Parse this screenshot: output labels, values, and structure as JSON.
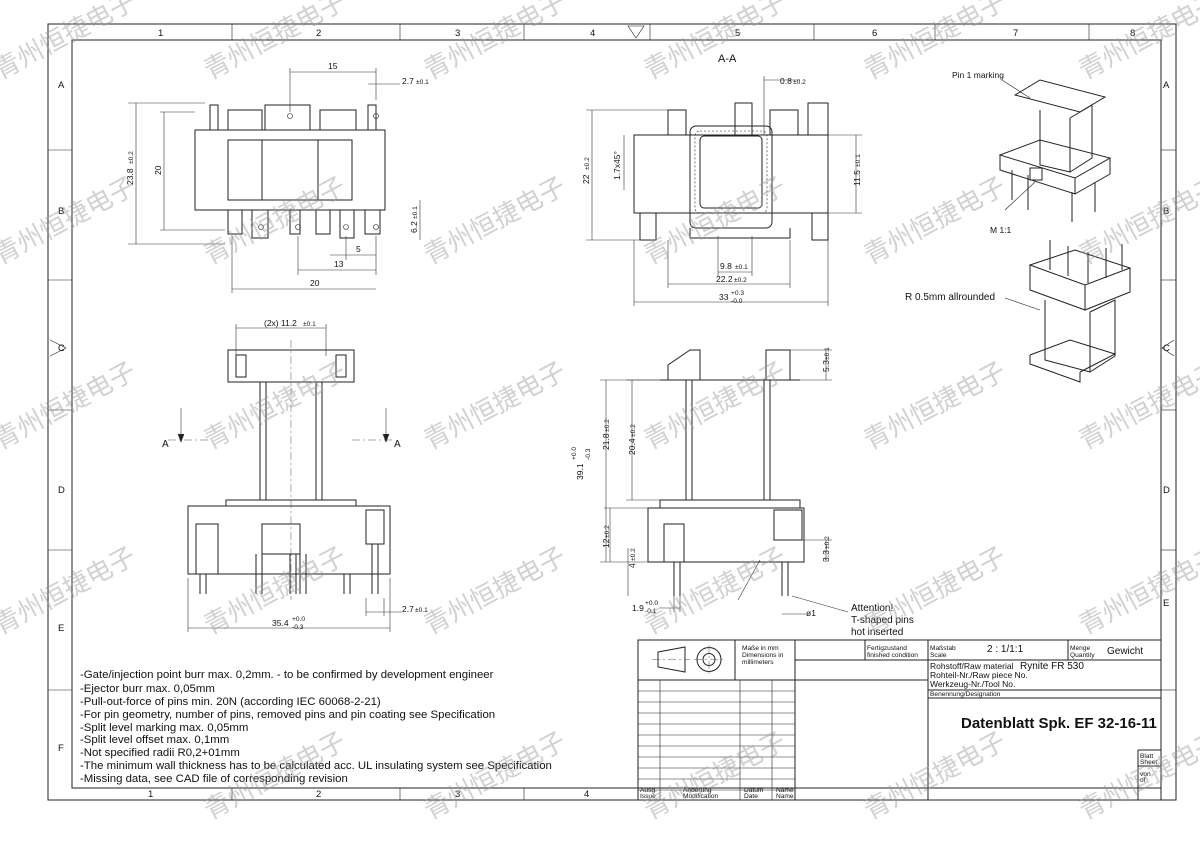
{
  "frame": {
    "columns": [
      "1",
      "2",
      "3",
      "4",
      "5",
      "6",
      "7",
      "8"
    ],
    "rows": [
      "A",
      "B",
      "C",
      "D",
      "E",
      "F"
    ]
  },
  "watermark": "青州恒捷电子",
  "section_label": "A-A",
  "section_marker": "A",
  "dimensions": {
    "top_view": {
      "d15": "15",
      "d27": "2.7",
      "tol27": "±0.1",
      "d238": "23.8",
      "tol238": "±0.2",
      "d20v": "20",
      "d62": "6.2",
      "tol62": "±0.1",
      "d5": "5",
      "d13": "13",
      "d20h": "20"
    },
    "section_view": {
      "d08": "0.8",
      "tol08": "±0.2",
      "d22": "22",
      "tol22": "±0.2",
      "d17": "1.7x45°",
      "d115": "11.5",
      "tol115": "±0.1",
      "d98": "9.8",
      "tol98": "±0.1",
      "d222": "22.2",
      "tol222": "±0.2",
      "d33": "33",
      "tol33up": "+0.3",
      "tol33dn": "-0.0"
    },
    "front_view": {
      "d112": "(2x) 11.2",
      "tol112": "±0.1",
      "d27": "2.7",
      "tol27": "±0.1",
      "d354": "35.4",
      "tol354up": "+0.0",
      "tol354dn": "-0.3"
    },
    "side_view": {
      "d53": "5.3",
      "tol53": "±0.1",
      "d391": "39.1",
      "tol391up": "+0.0",
      "tol391dn": "-0.3",
      "d218": "21.8",
      "tol218": "±0.2",
      "d204": "20.4",
      "tol204": "±0.2",
      "d12": "12",
      "tol12": "±0.2",
      "d4": "4",
      "tol4": "±0.2",
      "d33": "3.3",
      "tol33": "±0.2",
      "d19": "1.9",
      "tol19up": "+0.0",
      "tol19dn": "-0.1",
      "dia1": "ø1"
    }
  },
  "iso": {
    "pin1_marking": "Pin 1 marking",
    "scale": "M 1:1",
    "radius": "R 0.5mm allrounded"
  },
  "attention": [
    "Attention!",
    "T-shaped pins",
    "hot inserted"
  ],
  "notes": [
    "-Gate/injection point burr max. 0,2mm. - to be confirmed by development engineer",
    "-Ejector burr max. 0,05mm",
    "-Pull-out-force of pins min. 20N (according IEC 60068-2-21)",
    "-For pin geometry, number of pins, removed pins and pin coating see Specification",
    "-Split level marking max. 0,05mm",
    "-Split level offset max. 0,1mm",
    "-Not specified radii R0,2+01mm",
    "-The minimum wall thickness has to be calculated acc. UL insulating system see Specification",
    "-Missing data, see CAD file of corresponding revision"
  ],
  "title_block": {
    "units_de": "Maße in mm",
    "units_en1": "Dimensions in",
    "units_en2": "millimeters",
    "finish_de": "Fertigzustand",
    "finish_en": "finished condition",
    "scale_de": "Maßstab",
    "scale_en": "Scale",
    "scale_value": "2 : 1/1:1",
    "qty_de": "Menge",
    "qty_en": "Quantity",
    "weight": "Gewicht",
    "raw_material": "Rohstoff/Raw material",
    "material_value": "Rynite FR 530",
    "raw_piece": "Rohteil-Nr./Raw piece No.",
    "tool_no": "Werkzeug-Nr./Tool No.",
    "designation": "Benennung/Designation",
    "title": "Datenblatt Spk. EF 32-16-11",
    "sheet_de": "Blatt",
    "sheet_en": "Sheet",
    "of_de": "von",
    "of_en": "of",
    "issue_de": "Ausg.",
    "issue_en": "Issue",
    "mod_de": "Änderung",
    "mod_en": "Modification",
    "date_de": "Datum",
    "date_en": "Date",
    "name_de": "Name",
    "name_en": "Name"
  }
}
